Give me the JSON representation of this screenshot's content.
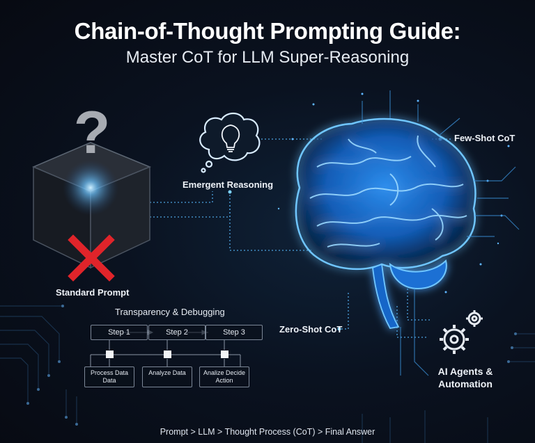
{
  "title": "Chain-of-Thought Prompting Guide:",
  "subtitle": "Master CoT for LLM Super-Reasoning",
  "labels": {
    "emergent_reasoning": "Emergent Reasoning",
    "few_shot": "Few-Shot CoT",
    "standard_prompt": "Standard Prompt",
    "transparency": "Transparency & Debugging",
    "zero_shot": "Zero-Shot CoT",
    "ai_agents": "AI Agents & Automation"
  },
  "steps": {
    "step1": "Step 1",
    "step2": "Step 2",
    "step3": "Step 3",
    "sub1": "Process Data Data",
    "sub2": "Analyze Data",
    "sub3": "Analize Decide Action"
  },
  "footer": "Prompt > LLM > Thought Process (CoT) > Final Answer",
  "icons": {
    "box": "question-cube-icon",
    "cross": "red-x-icon",
    "idea": "lightbulb-thought-icon",
    "brain": "glowing-brain-icon",
    "gears": "gears-icon"
  },
  "colors": {
    "accent": "#3fa9ff",
    "cross": "#e0242a",
    "background": "#0a1220"
  }
}
